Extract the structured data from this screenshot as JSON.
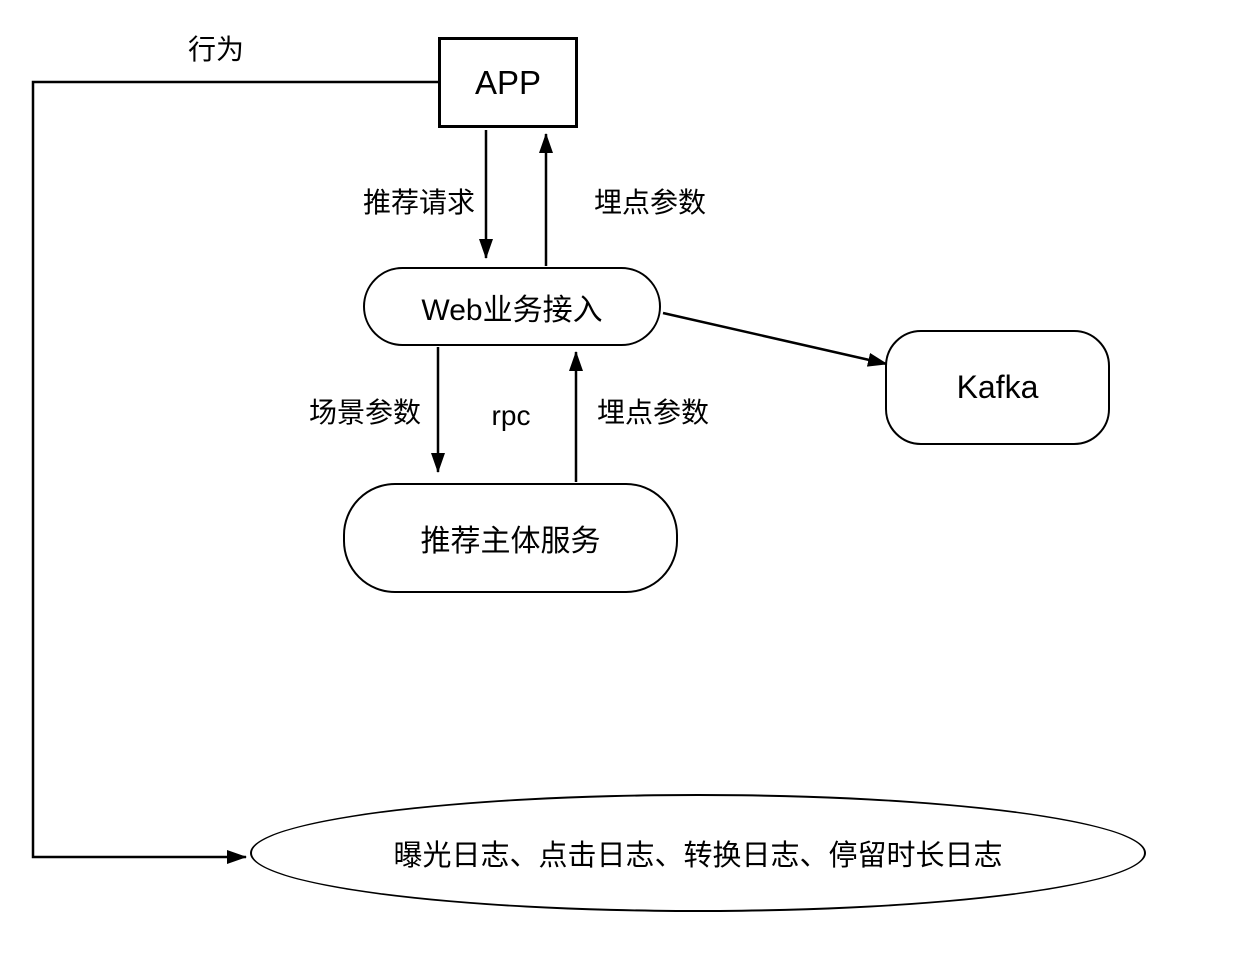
{
  "diagram": {
    "title": "recommendation-log-flow",
    "colors": {
      "stroke": "#000000",
      "background": "#ffffff",
      "text": "#000000"
    },
    "nodes": {
      "app": {
        "label": "APP",
        "shape": "rectangle"
      },
      "web_gateway": {
        "label": "Web业务接入",
        "shape": "stadium"
      },
      "kafka": {
        "label": "Kafka",
        "shape": "rounded-rectangle"
      },
      "recommend_service": {
        "label": "推荐主体服务",
        "shape": "rounded-rectangle"
      },
      "log_store": {
        "label": "曝光日志、点击日志、转换日志、停留时长日志",
        "shape": "ellipse"
      }
    },
    "edge_labels": {
      "behavior": "行为",
      "recommend_request": "推荐请求",
      "tracking_params_top": "埋点参数",
      "scene_params": "场景参数",
      "rpc": "rpc",
      "tracking_params_bottom": "埋点参数"
    },
    "edges": [
      {
        "from": "app",
        "to": "log_store",
        "label": "行为"
      },
      {
        "from": "app",
        "to": "web_gateway",
        "label": "推荐请求"
      },
      {
        "from": "web_gateway",
        "to": "app",
        "label": "埋点参数"
      },
      {
        "from": "web_gateway",
        "to": "recommend_service",
        "label": "场景参数 / rpc"
      },
      {
        "from": "recommend_service",
        "to": "web_gateway",
        "label": "埋点参数 / rpc"
      },
      {
        "from": "web_gateway",
        "to": "kafka",
        "label": ""
      }
    ]
  }
}
